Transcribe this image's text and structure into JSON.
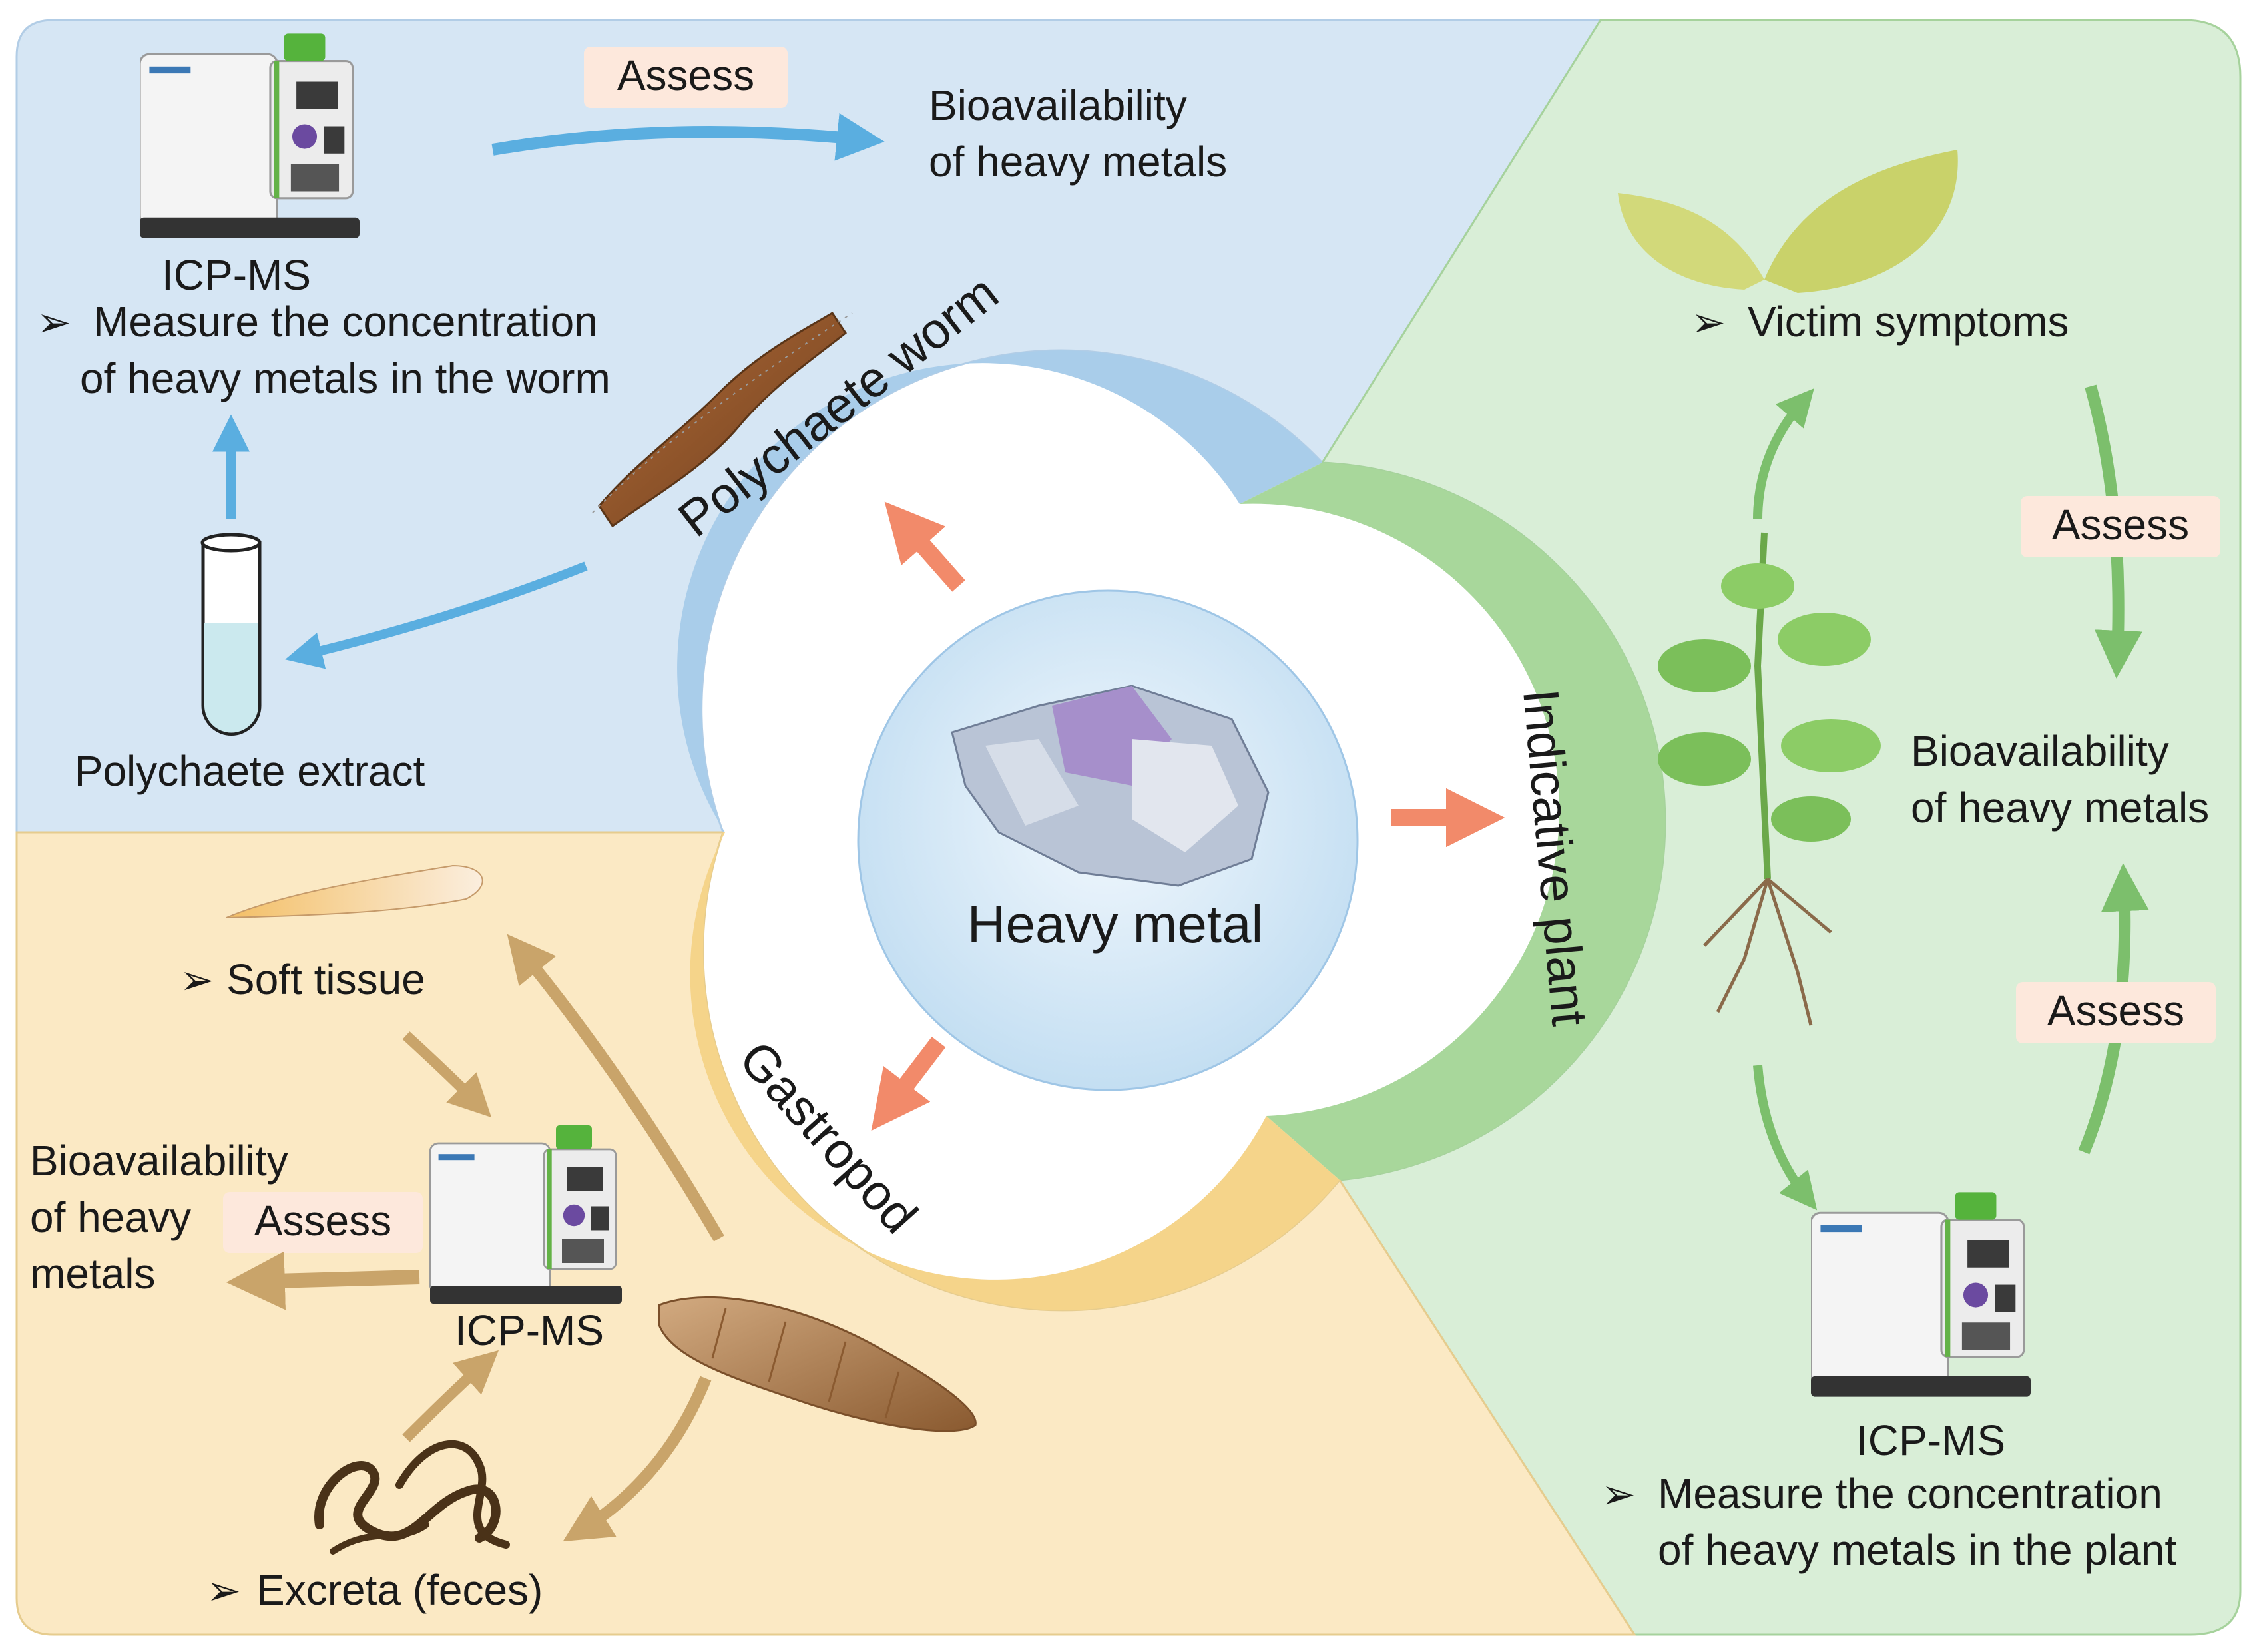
{
  "colors": {
    "blue_panel": "#d6e6f4",
    "green_panel": "#d9eed7",
    "yellow_panel": "#fbe9c4",
    "blue_arrow": "#5aaee0",
    "green_arrow": "#7cbf6c",
    "tan_arrow": "#c9a46a",
    "orange_arrow": "#f28a6a",
    "assess_badge": "#fde8dc"
  },
  "center": {
    "label": "Heavy metal"
  },
  "ring": {
    "polychaete": "Polychaete worm",
    "plant": "Indicative plant",
    "gastropod": "Gastropod"
  },
  "polychaete_panel": {
    "instrument": "ICP-MS",
    "measure_line1": "Measure the concentration",
    "measure_line2": "of heavy metals in the worm",
    "assess": "Assess",
    "bio_line1": "Bioavailability",
    "bio_line2": "of heavy metals",
    "extract": "Polychaete extract"
  },
  "plant_panel": {
    "symptoms": "Victim symptoms",
    "assess_top": "Assess",
    "assess_bottom": "Assess",
    "bio_line1": "Bioavailability",
    "bio_line2": "of heavy metals",
    "instrument": "ICP-MS",
    "measure_line1": "Measure the concentration",
    "measure_line2": "of heavy metals in the plant"
  },
  "gastropod_panel": {
    "soft_tissue": "Soft tissue",
    "bio_line1": "Bioavailability",
    "bio_line2": "of heavy",
    "bio_line3": "metals",
    "assess": "Assess",
    "instrument": "ICP-MS",
    "excreta": "Excreta (feces)"
  },
  "icons": {
    "bullet": "arrowhead-bullet",
    "instrument": "icp-ms-icon",
    "test_tube": "test-tube-icon",
    "worm": "worm-icon",
    "leaf": "leaf-icon",
    "plant": "plant-icon",
    "snail": "snail-icon",
    "feces": "feces-icon",
    "mineral": "mineral-icon"
  }
}
